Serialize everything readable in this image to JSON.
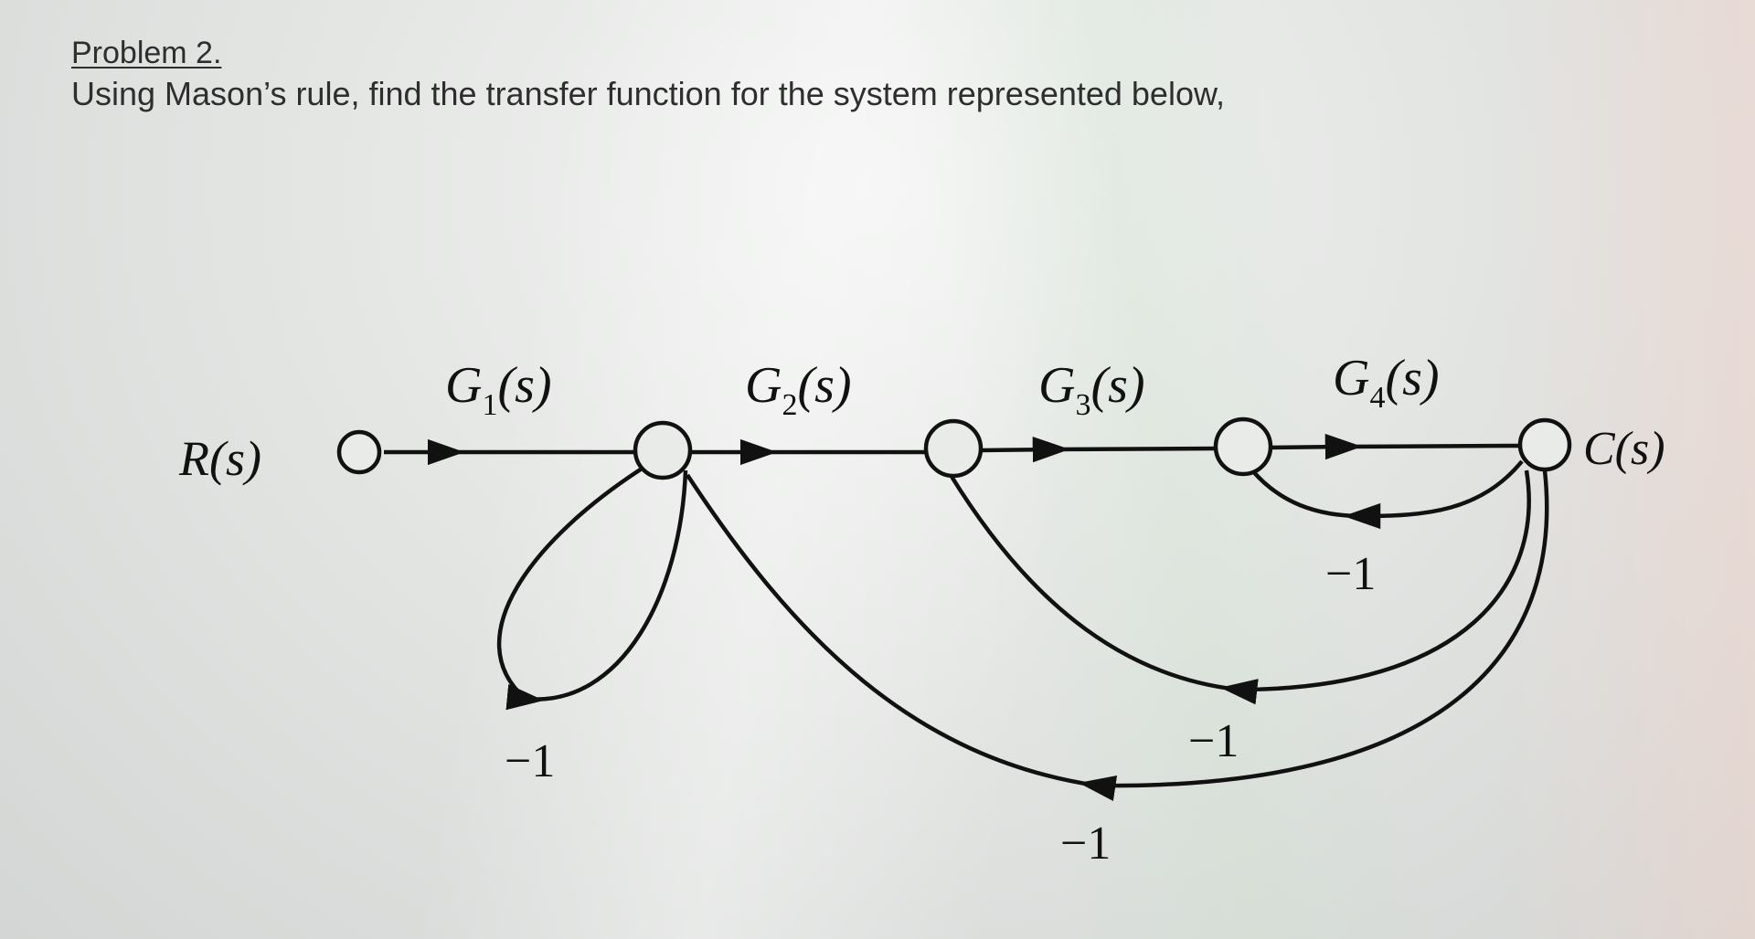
{
  "problem": {
    "title": "Problem 2.",
    "text": "Using Mason’s rule, find the transfer function for the system represented below,"
  },
  "diagram": {
    "input_label": "R(s)",
    "output_label": "C(s)",
    "forward_gains": [
      {
        "name": "G",
        "sub": "1",
        "arg": "(s)"
      },
      {
        "name": "G",
        "sub": "2",
        "arg": "(s)"
      },
      {
        "name": "G",
        "sub": "3",
        "arg": "(s)"
      },
      {
        "name": "G",
        "sub": "4",
        "arg": "(s)"
      }
    ],
    "loop_gains": {
      "self_loop": "−1",
      "c_to_n4": "−1",
      "c_to_n3": "−1",
      "c_to_n2": "−1"
    }
  }
}
